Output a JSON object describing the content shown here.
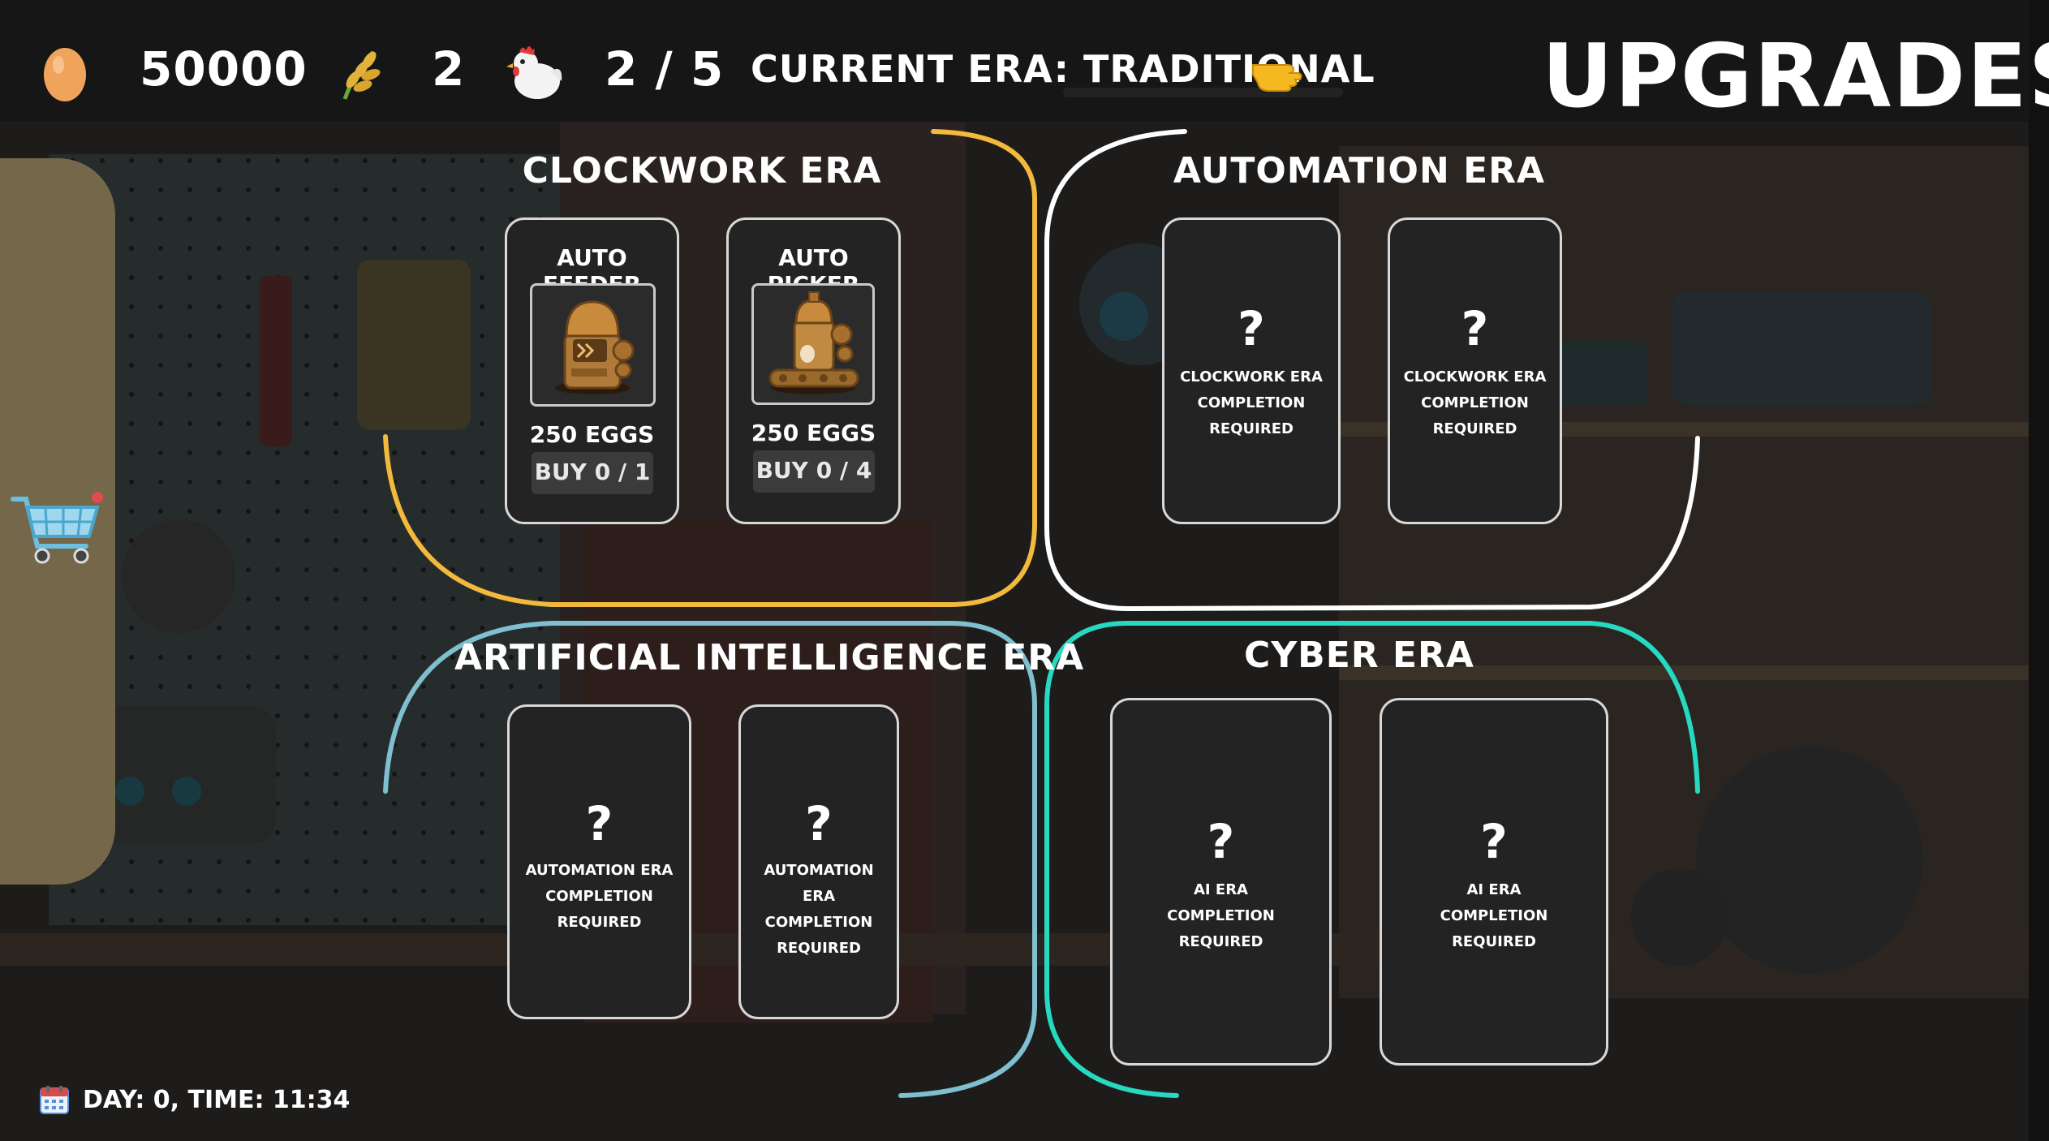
{
  "hud": {
    "eggs": "50000",
    "wheat": "2",
    "chickens": "2 / 5",
    "era_label": "CURRENT ERA: TRADITIONAL"
  },
  "page_title": "UPGRADES",
  "eras": {
    "clockwork": {
      "title": "CLOCKWORK ERA",
      "color": "#f2b93c",
      "cards": [
        {
          "name": "AUTO FEEDER",
          "price": "250 EGGS",
          "buy": "BUY 0 / 1"
        },
        {
          "name": "AUTO PICKER",
          "price": "250 EGGS",
          "buy": "BUY 0 / 4"
        }
      ]
    },
    "automation": {
      "title": "AUTOMATION ERA",
      "color": "#ffffff",
      "cards": [
        {
          "q": "?",
          "line1": "CLOCKWORK ERA",
          "line2": "COMPLETION",
          "line3": "REQUIRED"
        },
        {
          "q": "?",
          "line1": "CLOCKWORK ERA",
          "line2": "COMPLETION",
          "line3": "REQUIRED"
        }
      ]
    },
    "ai": {
      "title": "ARTIFICIAL INTELLIGENCE ERA",
      "color": "#7fbfd0",
      "cards": [
        {
          "q": "?",
          "line1": "AUTOMATION ERA",
          "line2": "COMPLETION",
          "line3": "REQUIRED"
        },
        {
          "q": "?",
          "line1": "AUTOMATION ERA",
          "line2": "COMPLETION",
          "line3": "REQUIRED"
        }
      ]
    },
    "cyber": {
      "title": "CYBER ERA",
      "color": "#27d9c0",
      "cards": [
        {
          "q": "?",
          "line1": "AI ERA",
          "line2": "COMPLETION",
          "line3": "REQUIRED"
        },
        {
          "q": "?",
          "line1": "AI ERA",
          "line2": "COMPLETION",
          "line3": "REQUIRED"
        }
      ]
    }
  },
  "status": {
    "day_time": "DAY: 0, TIME: 11:34"
  },
  "icons": {
    "egg": "egg-icon",
    "wheat": "wheat-icon",
    "chicken": "chicken-icon",
    "hand": "pointing-hand-icon",
    "cart": "shopping-cart-icon",
    "calendar": "calendar-icon"
  }
}
